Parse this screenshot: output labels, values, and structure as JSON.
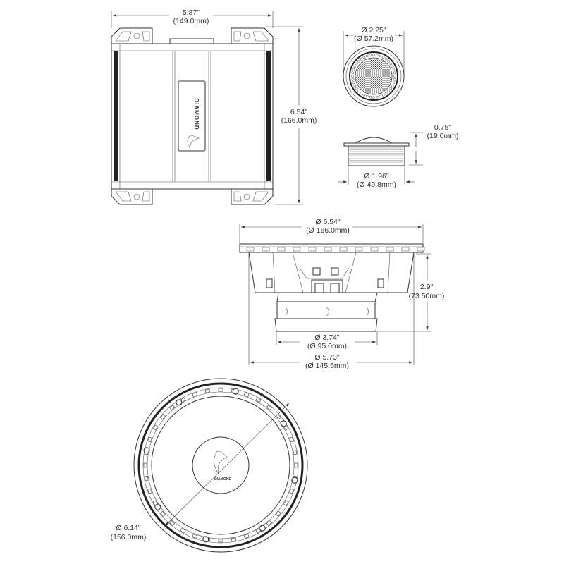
{
  "amplifier": {
    "width_in": "5.87\"",
    "width_mm": "(149.0mm)",
    "height_in": "6.54\"",
    "height_mm": "(166.0mm)",
    "logo_text": "DIAMOND"
  },
  "tweeter": {
    "face_dia_in": "Ø 2.25\"",
    "face_dia_mm": "(Ø 57.2mm)",
    "depth_in": "0.75\"",
    "depth_mm": "(19.0mm)",
    "body_dia_in": "Ø 1.96\"",
    "body_dia_mm": "(Ø 49.8mm)"
  },
  "woofer_side": {
    "flange_dia_in": "Ø 6.54\"",
    "flange_dia_mm": "(Ø 166.0mm)",
    "depth_in": "2.9\"",
    "depth_mm": "(73.50mm)",
    "magnet_dia_in": "Ø 3.74\"",
    "magnet_dia_mm": "(Ø 95.0mm)",
    "cutout_dia_in": "Ø 5.73\"",
    "cutout_dia_mm": "(Ø 145.5mm)"
  },
  "woofer_front": {
    "cone_dia_in": "Ø 6.14\"",
    "cone_dia_mm": "(156.0mm)",
    "logo_text": "DIAMOND"
  }
}
